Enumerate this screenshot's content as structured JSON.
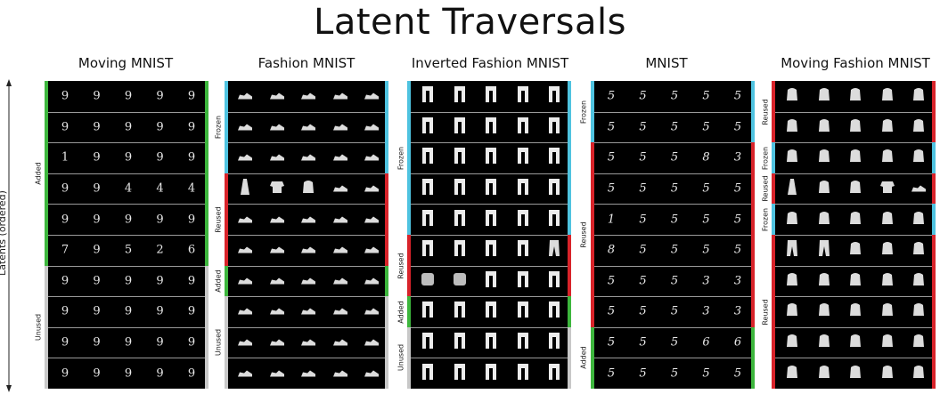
{
  "title": "Latent Traversals",
  "y_axis_label": "Latents (ordered)",
  "colors": {
    "Added": "#3db63d",
    "Reused": "#d8232a",
    "Frozen": "#4fc3e0",
    "Unused": "#c8c8c8"
  },
  "panels": [
    {
      "title": "Moving MNIST",
      "kind": "digit",
      "rows": [
        {
          "group": "Added",
          "cells": [
            "9",
            "9",
            "9",
            "9",
            "9"
          ]
        },
        {
          "group": "Added",
          "cells": [
            "9",
            "9",
            "9",
            "9",
            "9"
          ]
        },
        {
          "group": "Added",
          "cells": [
            "1",
            "9",
            "9",
            "9",
            "9"
          ]
        },
        {
          "group": "Added",
          "cells": [
            "9",
            "9",
            "4",
            "4",
            "4"
          ]
        },
        {
          "group": "Added",
          "cells": [
            "9",
            "9",
            "9",
            "9",
            "9"
          ]
        },
        {
          "group": "Added",
          "cells": [
            "7",
            "9",
            "5",
            "2",
            "6"
          ]
        },
        {
          "group": "Unused",
          "cells": [
            "9",
            "9",
            "9",
            "9",
            "9"
          ]
        },
        {
          "group": "Unused",
          "cells": [
            "9",
            "9",
            "9",
            "9",
            "9"
          ]
        },
        {
          "group": "Unused",
          "cells": [
            "9",
            "9",
            "9",
            "9",
            "9"
          ]
        },
        {
          "group": "Unused",
          "cells": [
            "9",
            "9",
            "9",
            "9",
            "9"
          ]
        }
      ]
    },
    {
      "title": "Fashion MNIST",
      "kind": "shoe",
      "rows": [
        {
          "group": "Frozen",
          "cells": [
            "shoe",
            "shoe",
            "shoe",
            "shoe",
            "shoe"
          ]
        },
        {
          "group": "Frozen",
          "cells": [
            "shoe",
            "shoe",
            "shoe",
            "shoe",
            "shoe"
          ]
        },
        {
          "group": "Frozen",
          "cells": [
            "shoe",
            "shoe",
            "shoe",
            "shoe",
            "shoe"
          ]
        },
        {
          "group": "Reused",
          "cells": [
            "dress",
            "shirt",
            "bag",
            "shoe",
            "shoe"
          ]
        },
        {
          "group": "Reused",
          "cells": [
            "shoe",
            "shoe",
            "shoe",
            "shoe",
            "shoe"
          ]
        },
        {
          "group": "Reused",
          "cells": [
            "shoe",
            "shoe",
            "shoe",
            "shoe",
            "shoe"
          ]
        },
        {
          "group": "Added",
          "cells": [
            "shoe",
            "shoe",
            "shoe",
            "shoe",
            "shoe"
          ]
        },
        {
          "group": "Unused",
          "cells": [
            "shoe",
            "shoe",
            "shoe",
            "shoe",
            "shoe"
          ]
        },
        {
          "group": "Unused",
          "cells": [
            "shoe",
            "shoe",
            "shoe",
            "shoe",
            "shoe"
          ]
        },
        {
          "group": "Unused",
          "cells": [
            "shoe",
            "shoe",
            "shoe",
            "shoe",
            "shoe"
          ]
        }
      ]
    },
    {
      "title": "Inverted Fashion MNIST",
      "kind": "coat",
      "rows": [
        {
          "group": "Frozen",
          "cells": [
            "coat",
            "coat",
            "coat",
            "coat",
            "coat"
          ]
        },
        {
          "group": "Frozen",
          "cells": [
            "coat",
            "coat",
            "coat",
            "coat",
            "coat"
          ]
        },
        {
          "group": "Frozen",
          "cells": [
            "coat",
            "coat",
            "coat",
            "coat",
            "coat"
          ]
        },
        {
          "group": "Frozen",
          "cells": [
            "coat",
            "coat",
            "coat",
            "coat",
            "coat"
          ]
        },
        {
          "group": "Frozen",
          "cells": [
            "coat",
            "coat",
            "coat",
            "coat",
            "coat"
          ]
        },
        {
          "group": "Reused",
          "cells": [
            "coat",
            "coat",
            "coat",
            "coat",
            "pants"
          ]
        },
        {
          "group": "Reused",
          "cells": [
            "blob",
            "blob",
            "coat",
            "coat",
            "coat"
          ]
        },
        {
          "group": "Added",
          "cells": [
            "coat",
            "coat",
            "coat",
            "coat",
            "coat"
          ]
        },
        {
          "group": "Unused",
          "cells": [
            "coat",
            "coat",
            "coat",
            "coat",
            "coat"
          ]
        },
        {
          "group": "Unused",
          "cells": [
            "coat",
            "coat",
            "coat",
            "coat",
            "coat"
          ]
        }
      ]
    },
    {
      "title": "MNIST",
      "kind": "digit",
      "rows": [
        {
          "group": "Frozen",
          "cells": [
            "5",
            "5",
            "5",
            "5",
            "5"
          ]
        },
        {
          "group": "Frozen",
          "cells": [
            "5",
            "5",
            "5",
            "5",
            "5"
          ]
        },
        {
          "group": "Reused",
          "cells": [
            "5",
            "5",
            "5",
            "8",
            "3"
          ]
        },
        {
          "group": "Reused",
          "cells": [
            "5",
            "5",
            "5",
            "5",
            "5"
          ]
        },
        {
          "group": "Reused",
          "cells": [
            "1",
            "5",
            "5",
            "5",
            "5"
          ]
        },
        {
          "group": "Reused",
          "cells": [
            "8",
            "5",
            "5",
            "5",
            "5"
          ]
        },
        {
          "group": "Reused",
          "cells": [
            "5",
            "5",
            "5",
            "3",
            "3"
          ]
        },
        {
          "group": "Reused",
          "cells": [
            "5",
            "5",
            "5",
            "3",
            "3"
          ]
        },
        {
          "group": "Added",
          "cells": [
            "5",
            "5",
            "5",
            "6",
            "6"
          ]
        },
        {
          "group": "Added",
          "cells": [
            "5",
            "5",
            "5",
            "5",
            "5"
          ]
        }
      ]
    },
    {
      "title": "Moving Fashion MNIST",
      "kind": "bag",
      "rows": [
        {
          "group": "Reused",
          "cells": [
            "bag",
            "bag",
            "bag",
            "bag",
            "bag"
          ]
        },
        {
          "group": "Reused",
          "cells": [
            "bag",
            "bag",
            "bag",
            "bag",
            "bag"
          ]
        },
        {
          "group": "Frozen",
          "cells": [
            "bag",
            "bag",
            "bag",
            "bag",
            "bag"
          ]
        },
        {
          "group": "Reused",
          "cells": [
            "dress",
            "bag",
            "bag",
            "shirt",
            "shoe"
          ]
        },
        {
          "group": "Frozen",
          "cells": [
            "bag",
            "bag",
            "bag",
            "bag",
            "bag"
          ]
        },
        {
          "group": "Reused",
          "cells": [
            "pants",
            "pants",
            "bag",
            "bag",
            "bag"
          ]
        },
        {
          "group": "Reused",
          "cells": [
            "bag",
            "bag",
            "bag",
            "bag",
            "bag"
          ]
        },
        {
          "group": "Reused",
          "cells": [
            "bag",
            "bag",
            "bag",
            "bag",
            "bag"
          ]
        },
        {
          "group": "Reused",
          "cells": [
            "bag",
            "bag",
            "bag",
            "bag",
            "bag"
          ]
        },
        {
          "group": "Reused",
          "cells": [
            "bag",
            "bag",
            "bag",
            "bag",
            "bag"
          ]
        }
      ]
    }
  ]
}
